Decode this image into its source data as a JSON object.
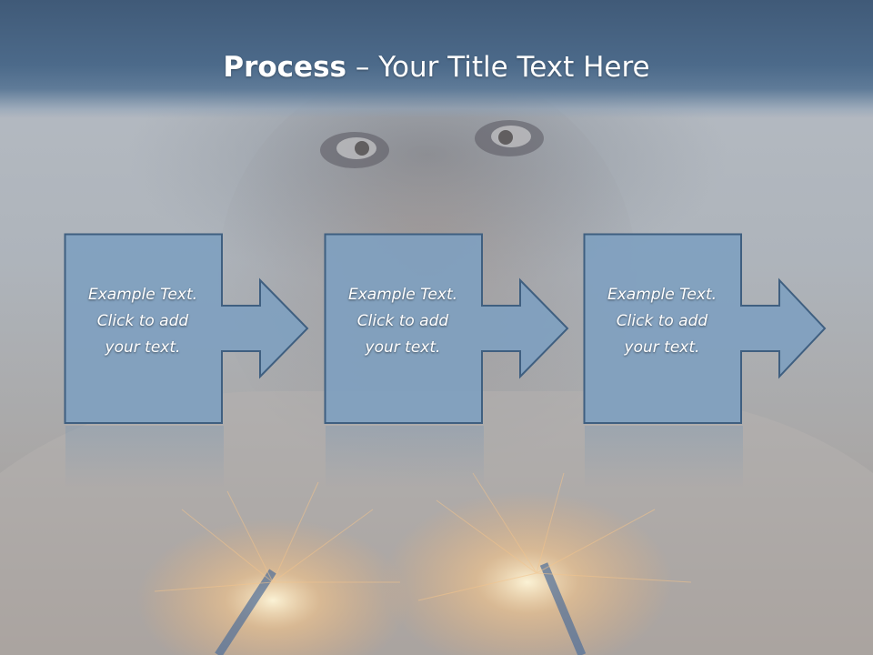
{
  "slide": {
    "title_bold": "Process",
    "title_rest": " – Your Title Text Here"
  },
  "steps": [
    {
      "line1": "Example Text.",
      "line2": "Click  to add",
      "line3": "your text."
    },
    {
      "line1": "Example Text.",
      "line2": "Click  to add",
      "line3": "your text."
    },
    {
      "line1": "Example Text.",
      "line2": "Click  to add",
      "line3": "your text."
    }
  ],
  "colors": {
    "header": "#4c6a8a",
    "shape_fill": "#7ea0c0",
    "shape_stroke": "#3f5f80",
    "text": "#ffffff"
  }
}
